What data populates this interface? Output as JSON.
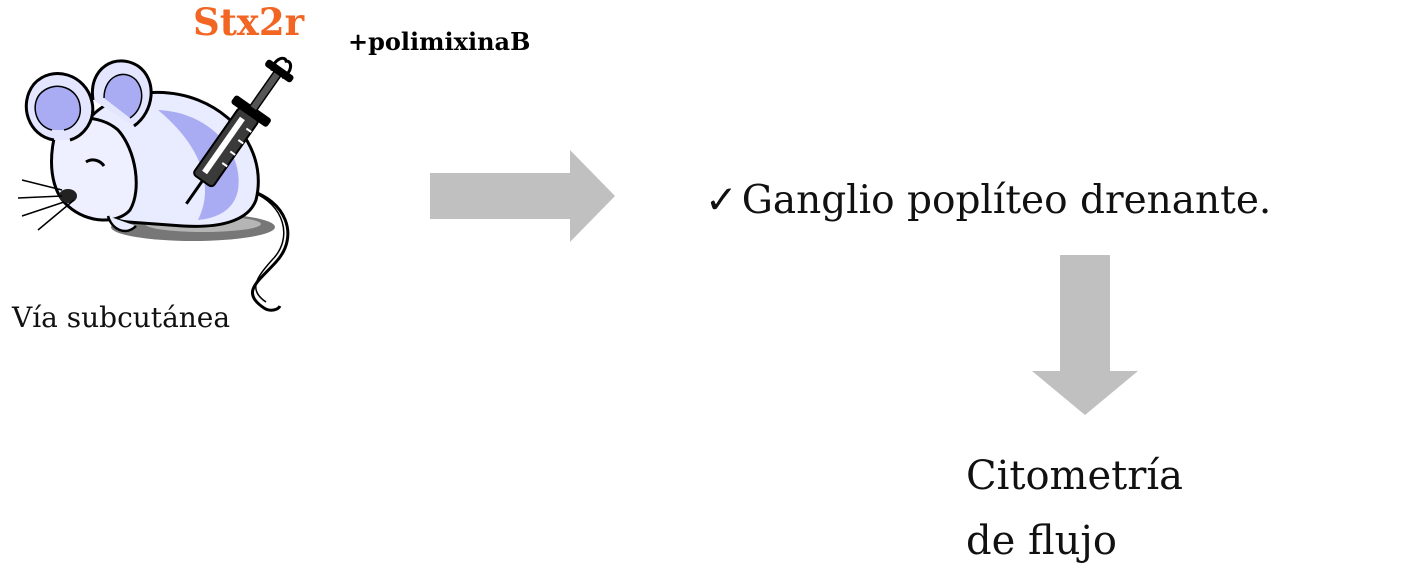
{
  "illustration": {
    "subject_icon": "mouse-with-syringe-icon",
    "toxin": "Stx2r",
    "adjuvant": "+polimixinaB",
    "route": "Vía subcutánea"
  },
  "flow": {
    "arrow_right_icon": "arrow-right-icon",
    "check_icon": "✓",
    "result": "Ganglio poplíteo drenante.",
    "arrow_down_icon": "arrow-down-icon",
    "method_line1": "Citometría",
    "method_line2": "de flujo"
  },
  "colors": {
    "toxin": "#f26522",
    "arrow": "#c0c0c0",
    "mouse_body": "#e9ebff",
    "mouse_shade": "#a9acf2"
  }
}
